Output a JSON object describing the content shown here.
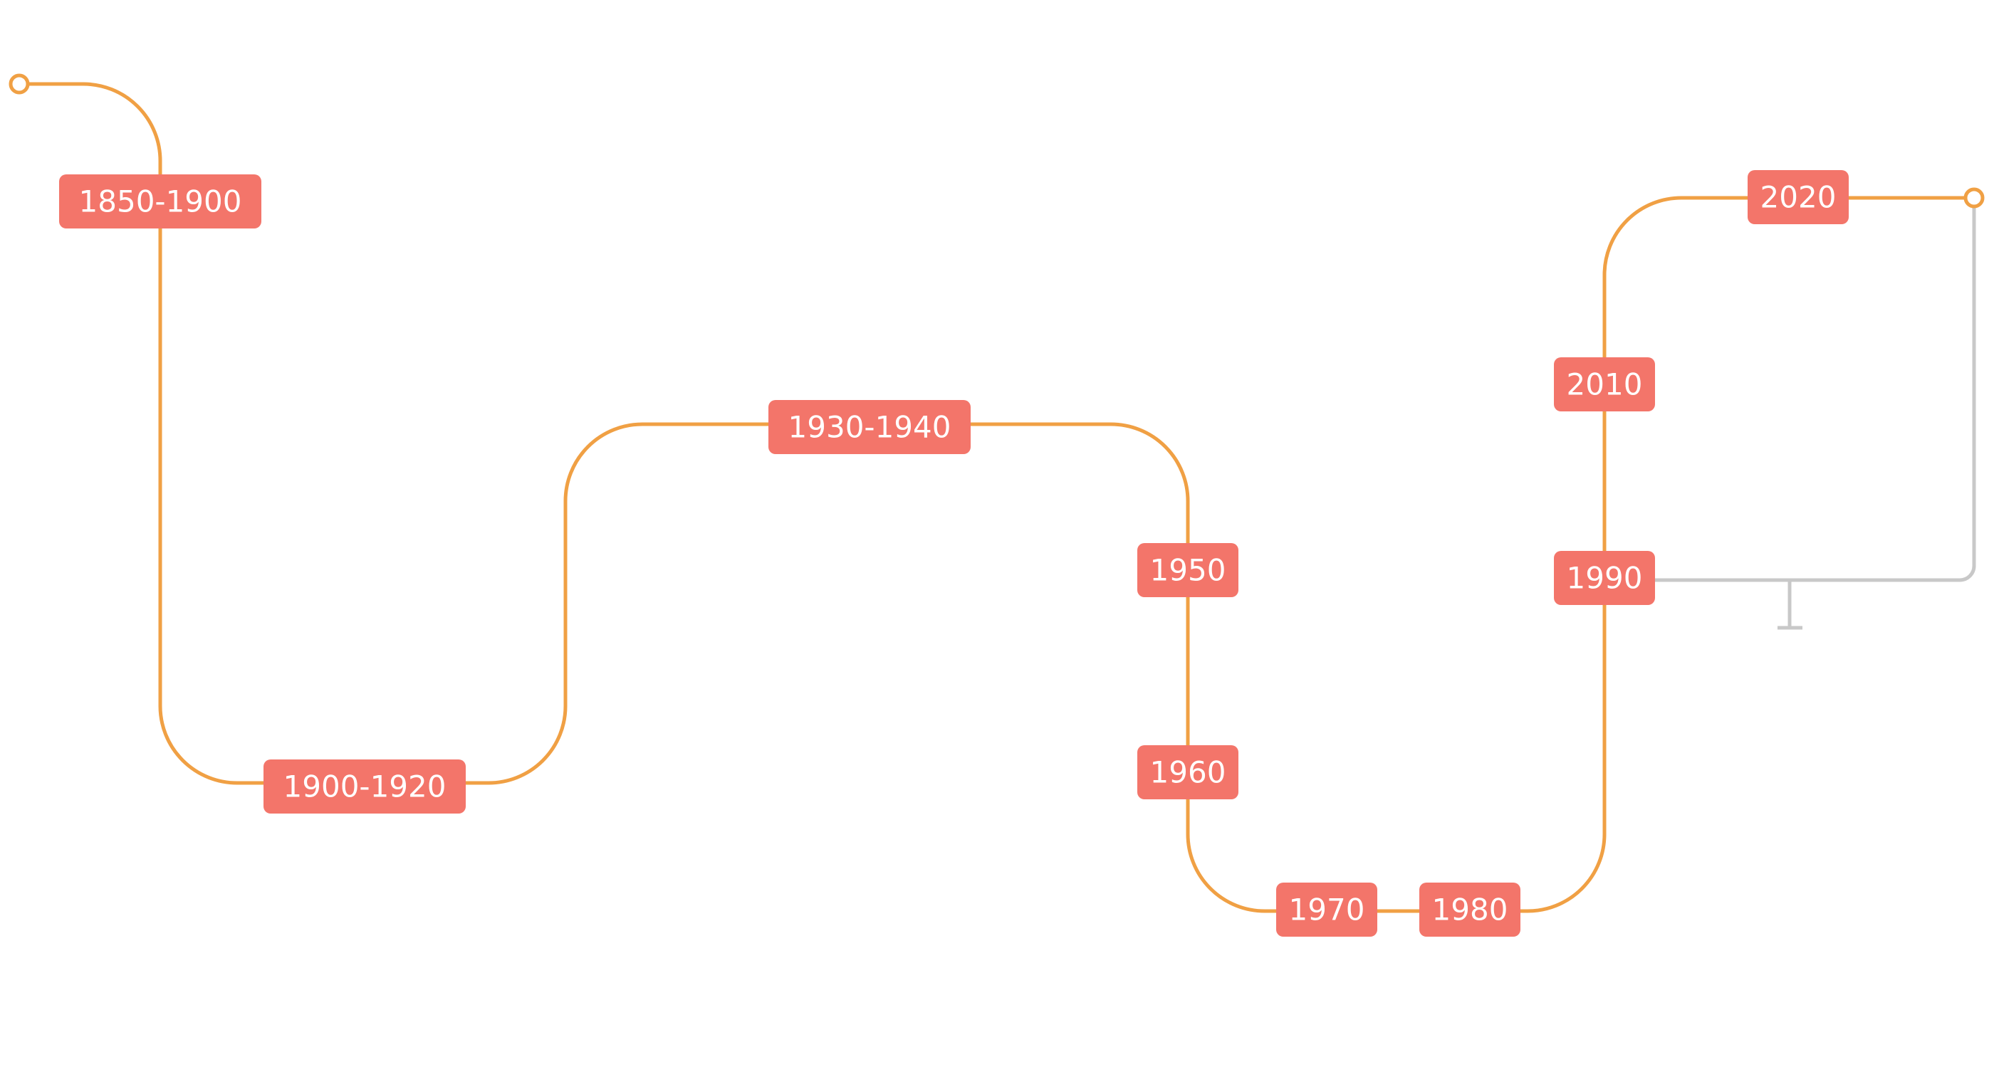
{
  "colors": {
    "background": "#ffffff",
    "main_line": "#f0a044",
    "branch_line": "#c8c8c8",
    "stop_fill": "#f3756a",
    "stop_text": "#ffffff"
  },
  "stops": [
    {
      "id": "stop-1850-1900",
      "label": "1850-1900"
    },
    {
      "id": "stop-1900-1920",
      "label": "1900-1920"
    },
    {
      "id": "stop-1930-1940",
      "label": "1930-1940"
    },
    {
      "id": "stop-1950",
      "label": "1950"
    },
    {
      "id": "stop-1960",
      "label": "1960"
    },
    {
      "id": "stop-1970",
      "label": "1970"
    },
    {
      "id": "stop-1980",
      "label": "1980"
    },
    {
      "id": "stop-1990",
      "label": "1990"
    },
    {
      "id": "stop-2010",
      "label": "2010"
    },
    {
      "id": "stop-2020",
      "label": "2020"
    }
  ]
}
